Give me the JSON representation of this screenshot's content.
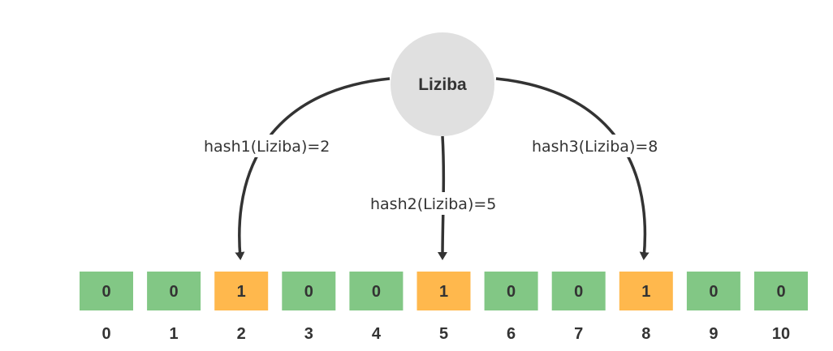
{
  "node": {
    "label": "Liziba"
  },
  "hashes": [
    {
      "label": "hash1(Liziba)=2",
      "target": 2
    },
    {
      "label": "hash2(Liziba)=5",
      "target": 5
    },
    {
      "label": "hash3(Liziba)=8",
      "target": 8
    }
  ],
  "bit_array": {
    "values": [
      "0",
      "0",
      "1",
      "0",
      "0",
      "1",
      "0",
      "0",
      "1",
      "0",
      "0"
    ],
    "indices": [
      "0",
      "1",
      "2",
      "3",
      "4",
      "5",
      "6",
      "7",
      "8",
      "9",
      "10"
    ]
  },
  "colors": {
    "node_fill": "#e0e0e0",
    "bit_zero": "#82c785",
    "bit_one": "#ffb84d",
    "arrow": "#333333",
    "text": "#333333"
  }
}
